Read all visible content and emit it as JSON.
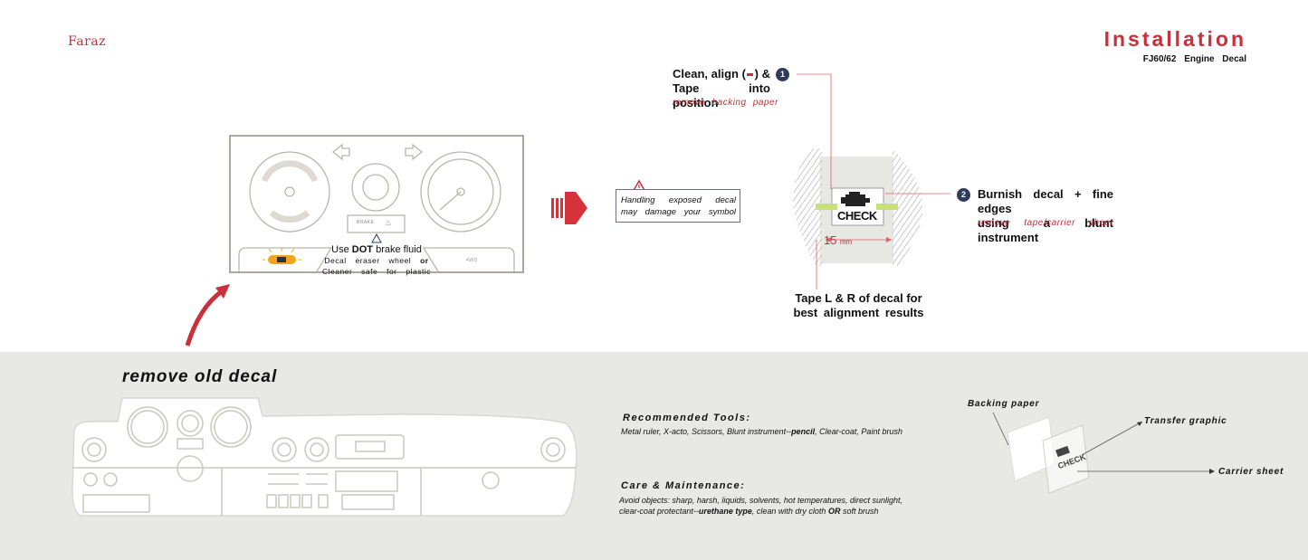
{
  "header": {
    "brand": "Faraz",
    "title": "Installation",
    "subtitle": "FJ60/62 Engine Decal"
  },
  "gauge_panel": {
    "brake_label": "BRAKE",
    "fwd_label": "4WD",
    "instructions": {
      "line1_use": "Use",
      "line1_dot": "DOT",
      "line1_rest": "brake fluid",
      "line2": "Decal eraser wheel",
      "line2_or": "or",
      "line3": "Cleaner safe for plastic"
    }
  },
  "warning": {
    "line1": "Handling exposed decal",
    "line2": "may damage your symbol"
  },
  "step1": {
    "number": "1",
    "line1": "Clean, align (",
    "line1_end": ") &",
    "line2": "Tape into position",
    "note": "remove backing paper"
  },
  "step2": {
    "number": "2",
    "line1": "Burnish decal + fine edges",
    "line2": "using a blunt instrument",
    "note": "remove tape/carrier sheet"
  },
  "decal": {
    "text": "CHECK",
    "measure_value": "15",
    "measure_unit": "mm"
  },
  "tape_note": {
    "line1": "Tape L & R of decal for",
    "line2": "best alignment results"
  },
  "remove_old": "remove old decal",
  "tools": {
    "heading": "Recommended Tools:",
    "body_start": "Metal ruler, X-acto, Scissors, Blunt instrument--",
    "body_bold": "pencil",
    "body_end": ", Clear-coat, Paint brush"
  },
  "care": {
    "heading": "Care & Maintenance:",
    "line1": "Avoid objects: sharp, harsh, liquids, solvents, hot temperatures, direct sunlight,",
    "line2_start": "clear-coat protectant--",
    "line2_bold": "urethane type",
    "line2_mid": ", clean with dry cloth ",
    "line2_or": "OR",
    "line2_end": " soft brush"
  },
  "layers": {
    "backing": "Backing paper",
    "transfer": "Transfer graphic",
    "carrier": "Carrier sheet",
    "decal_text": "CHECK"
  },
  "colors": {
    "accent_red": "#c8303c",
    "badge_navy": "#2f3a5c",
    "tape_green": "#c9e07a",
    "band_gray": "#e8e9e5",
    "amber": "#f2a51b"
  }
}
